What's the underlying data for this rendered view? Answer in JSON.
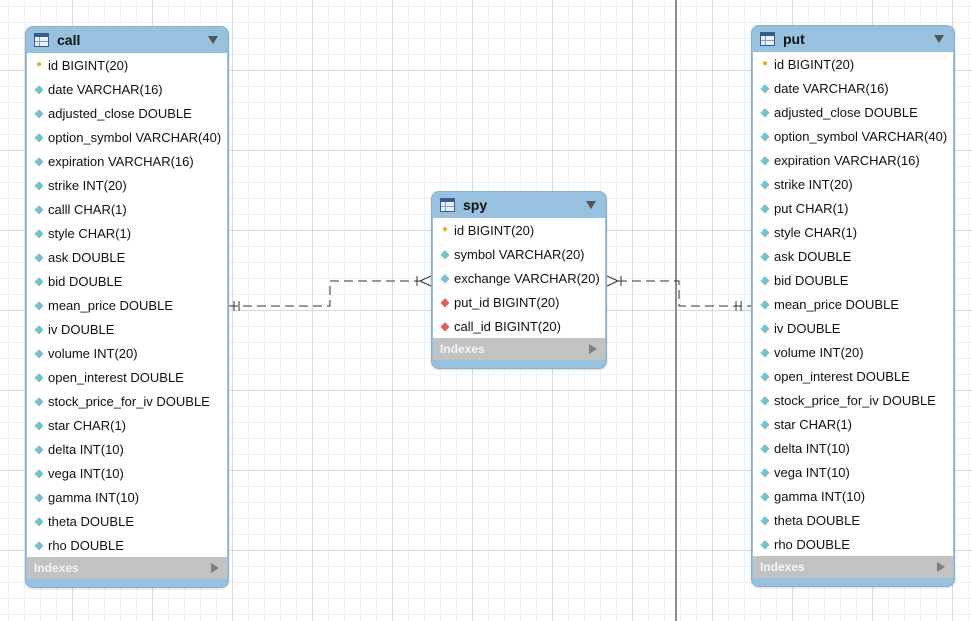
{
  "tables": {
    "call": {
      "name": "call",
      "indexes_label": "Indexes",
      "columns": [
        {
          "key": "pk",
          "text": "id BIGINT(20)"
        },
        {
          "key": "nn",
          "text": "date VARCHAR(16)"
        },
        {
          "key": "nn",
          "text": "adjusted_close DOUBLE"
        },
        {
          "key": "nn",
          "text": "option_symbol VARCHAR(40)"
        },
        {
          "key": "nn",
          "text": "expiration VARCHAR(16)"
        },
        {
          "key": "nn",
          "text": "strike INT(20)"
        },
        {
          "key": "nn",
          "text": "calll CHAR(1)"
        },
        {
          "key": "nn",
          "text": "style CHAR(1)"
        },
        {
          "key": "nn",
          "text": "ask DOUBLE"
        },
        {
          "key": "nn",
          "text": "bid DOUBLE"
        },
        {
          "key": "nn",
          "text": "mean_price DOUBLE"
        },
        {
          "key": "nn",
          "text": "iv DOUBLE"
        },
        {
          "key": "nn",
          "text": "volume INT(20)"
        },
        {
          "key": "nn",
          "text": "open_interest DOUBLE"
        },
        {
          "key": "nn",
          "text": "stock_price_for_iv DOUBLE"
        },
        {
          "key": "nn",
          "text": "star CHAR(1)"
        },
        {
          "key": "nn",
          "text": "delta INT(10)"
        },
        {
          "key": "nn",
          "text": "vega INT(10)"
        },
        {
          "key": "nn",
          "text": "gamma INT(10)"
        },
        {
          "key": "nn",
          "text": "theta DOUBLE"
        },
        {
          "key": "nn",
          "text": "rho DOUBLE"
        }
      ]
    },
    "spy": {
      "name": "spy",
      "indexes_label": "Indexes",
      "columns": [
        {
          "key": "pk",
          "text": "id BIGINT(20)"
        },
        {
          "key": "nn",
          "text": "symbol VARCHAR(20)"
        },
        {
          "key": "nn",
          "text": "exchange VARCHAR(20)"
        },
        {
          "key": "fk",
          "text": "put_id BIGINT(20)"
        },
        {
          "key": "fk",
          "text": "call_id BIGINT(20)"
        }
      ]
    },
    "put": {
      "name": "put",
      "indexes_label": "Indexes",
      "columns": [
        {
          "key": "pk",
          "text": "id BIGINT(20)"
        },
        {
          "key": "nn",
          "text": "date VARCHAR(16)"
        },
        {
          "key": "nn",
          "text": "adjusted_close DOUBLE"
        },
        {
          "key": "nn",
          "text": "option_symbol VARCHAR(40)"
        },
        {
          "key": "nn",
          "text": "expiration VARCHAR(16)"
        },
        {
          "key": "nn",
          "text": "strike INT(20)"
        },
        {
          "key": "nn",
          "text": "put CHAR(1)"
        },
        {
          "key": "nn",
          "text": "style CHAR(1)"
        },
        {
          "key": "nn",
          "text": "ask DOUBLE"
        },
        {
          "key": "nn",
          "text": "bid DOUBLE"
        },
        {
          "key": "nn",
          "text": "mean_price DOUBLE"
        },
        {
          "key": "nn",
          "text": "iv DOUBLE"
        },
        {
          "key": "nn",
          "text": "volume INT(20)"
        },
        {
          "key": "nn",
          "text": "open_interest DOUBLE"
        },
        {
          "key": "nn",
          "text": "stock_price_for_iv DOUBLE"
        },
        {
          "key": "nn",
          "text": "star CHAR(1)"
        },
        {
          "key": "nn",
          "text": "delta INT(10)"
        },
        {
          "key": "nn",
          "text": "vega INT(10)"
        },
        {
          "key": "nn",
          "text": "gamma INT(10)"
        },
        {
          "key": "nn",
          "text": "theta DOUBLE"
        },
        {
          "key": "nn",
          "text": "rho DOUBLE"
        }
      ]
    }
  },
  "relationships": [
    {
      "from": "call",
      "to": "spy",
      "style": "dashed",
      "from_end": "one",
      "to_end": "many"
    },
    {
      "from": "put",
      "to": "spy",
      "style": "dashed",
      "from_end": "one",
      "to_end": "many"
    }
  ],
  "colors": {
    "header": "#98c1df",
    "indexes_bar": "#c2c2c2",
    "primary_key": "#e0b81c",
    "column": "#79c3c8",
    "foreign_key": "#e05f5f",
    "connector": "#333333"
  },
  "icons": {
    "table": "table-icon",
    "collapse": "chevron-down-icon",
    "expand": "chevron-right-icon",
    "pk": "key-icon",
    "nn": "diamond-icon",
    "fk": "foreign-key-diamond-icon"
  }
}
